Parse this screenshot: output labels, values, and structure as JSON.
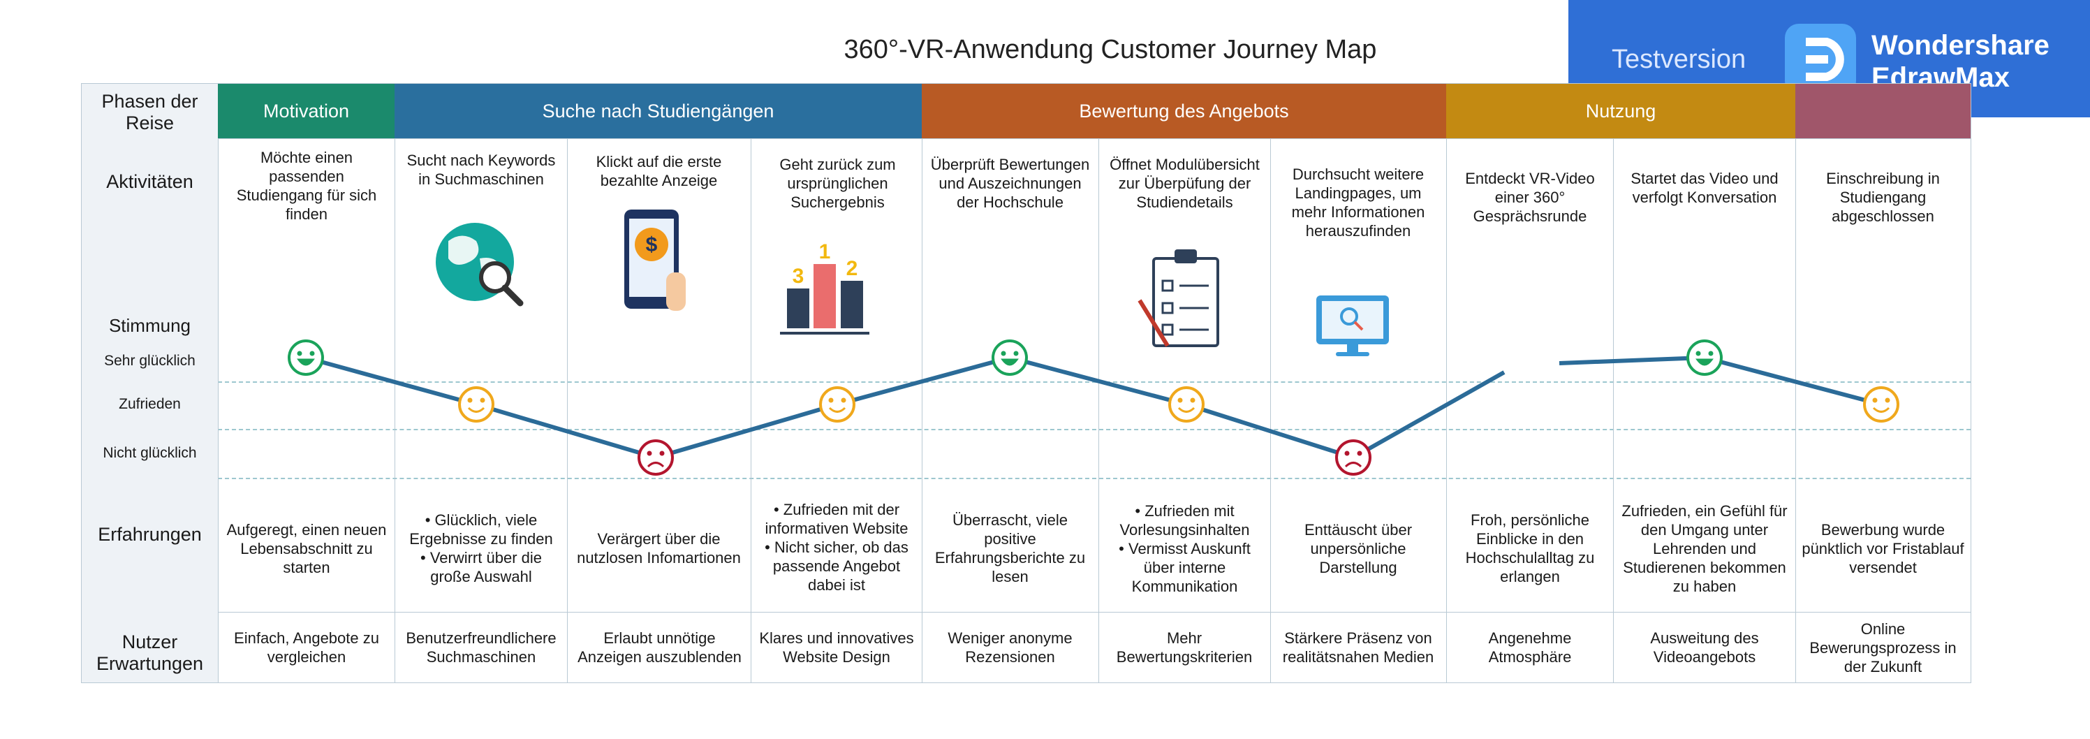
{
  "title": "360°-VR-Anwendung Customer Journey Map",
  "watermark": {
    "test": "Testversion",
    "brand_line1": "Wondershare",
    "brand_line2": "EdrawMax"
  },
  "rows": {
    "phases": "Phasen der Reise",
    "activities": "Aktivitäten",
    "mood": "Stimmung",
    "very_happy": "Sehr glücklich",
    "satisfied": "Zufrieden",
    "unhappy": "Nicht glücklich",
    "experiences": "Erfahrungen",
    "expectations": "Nutzer Erwartungen"
  },
  "phases": [
    {
      "label": "Motivation",
      "color": "#1b8a6c"
    },
    {
      "label": "Suche nach Studiengängen",
      "color": "#2a6f9e"
    },
    {
      "label": "Bewertung des Angebots",
      "color": "#b85a24"
    },
    {
      "label": "Nutzung",
      "color": "#c38a12"
    },
    {
      "label": "",
      "color": "#a0566a"
    }
  ],
  "activities": [
    "Möchte einen passenden Studiengang für sich finden",
    "Sucht nach Keywords in Suchmaschinen",
    "Klickt auf die erste bezahlte Anzeige",
    "Geht zurück zum ursprünglichen Suchergebnis",
    "Überprüft Bewertungen und Auszeichnungen der Hochschule",
    "Öffnet Modulübersicht zur Überpüfung der Studiendetails",
    "Durchsucht weitere Landingpages, um mehr Informationen herauszufinden",
    "Entdeckt VR-Video einer 360° Gesprächsrunde",
    "Startet das Video und verfolgt Konversation",
    "Einschreibung in Studiengang abgeschlossen"
  ],
  "bar_labels": [
    "3",
    "1",
    "2"
  ],
  "experiences": [
    {
      "text": "Aufgeregt, einen neuen Lebensabschnitt zu starten"
    },
    {
      "bullets": [
        "Glücklich, viele Ergebnisse zu finden",
        "Verwirrt über die große Auswahl"
      ]
    },
    {
      "text": "Verärgert über die nutzlosen Infomartionen"
    },
    {
      "bullets": [
        "Zufrieden mit der informativen Website",
        "Nicht sicher, ob das passende Angebot dabei ist"
      ]
    },
    {
      "text": "Überrascht, viele positive Erfahrungsberichte zu lesen"
    },
    {
      "bullets": [
        "Zufrieden mit Vorlesungsinhalten",
        "Vermisst Auskunft über interne Kommunikation"
      ]
    },
    {
      "text": "Enttäuscht über unpersönliche Darstellung"
    },
    {
      "text": "Froh, persönliche Einblicke in den Hochschulalltag zu erlangen"
    },
    {
      "text": "Zufrieden, ein Gefühl für den Umgang unter Lehrenden und Studierenen bekommen zu haben"
    },
    {
      "text": "Bewerbung wurde pünktlich vor Fristablauf versendet"
    }
  ],
  "expectations": [
    "Einfach, Angebote zu vergleichen",
    "Benutzerfreundlichere Suchmaschinen",
    "Erlaubt unnötige Anzeigen auszublenden",
    "Klares und innovatives Website Design",
    "Weniger anonyme Rezensionen",
    "Mehr Bewertungskriterien",
    "Stärkere Präsenz von realitätsnahen Medien",
    "Angenehme Atmosphäre",
    "Ausweitung des Videoangebots",
    "Online Bewerungsprozess in der Zukunft"
  ],
  "mood_levels": [
    "very_happy",
    "satisfied",
    "unhappy",
    "satisfied",
    "very_happy",
    "satisfied",
    "unhappy",
    "very_happy",
    "very_happy",
    "satisfied"
  ],
  "colors": {
    "very_happy": "#1aa35a",
    "satisfied": "#f0a81c",
    "unhappy": "#b3152e",
    "line": "#2b6b98"
  }
}
